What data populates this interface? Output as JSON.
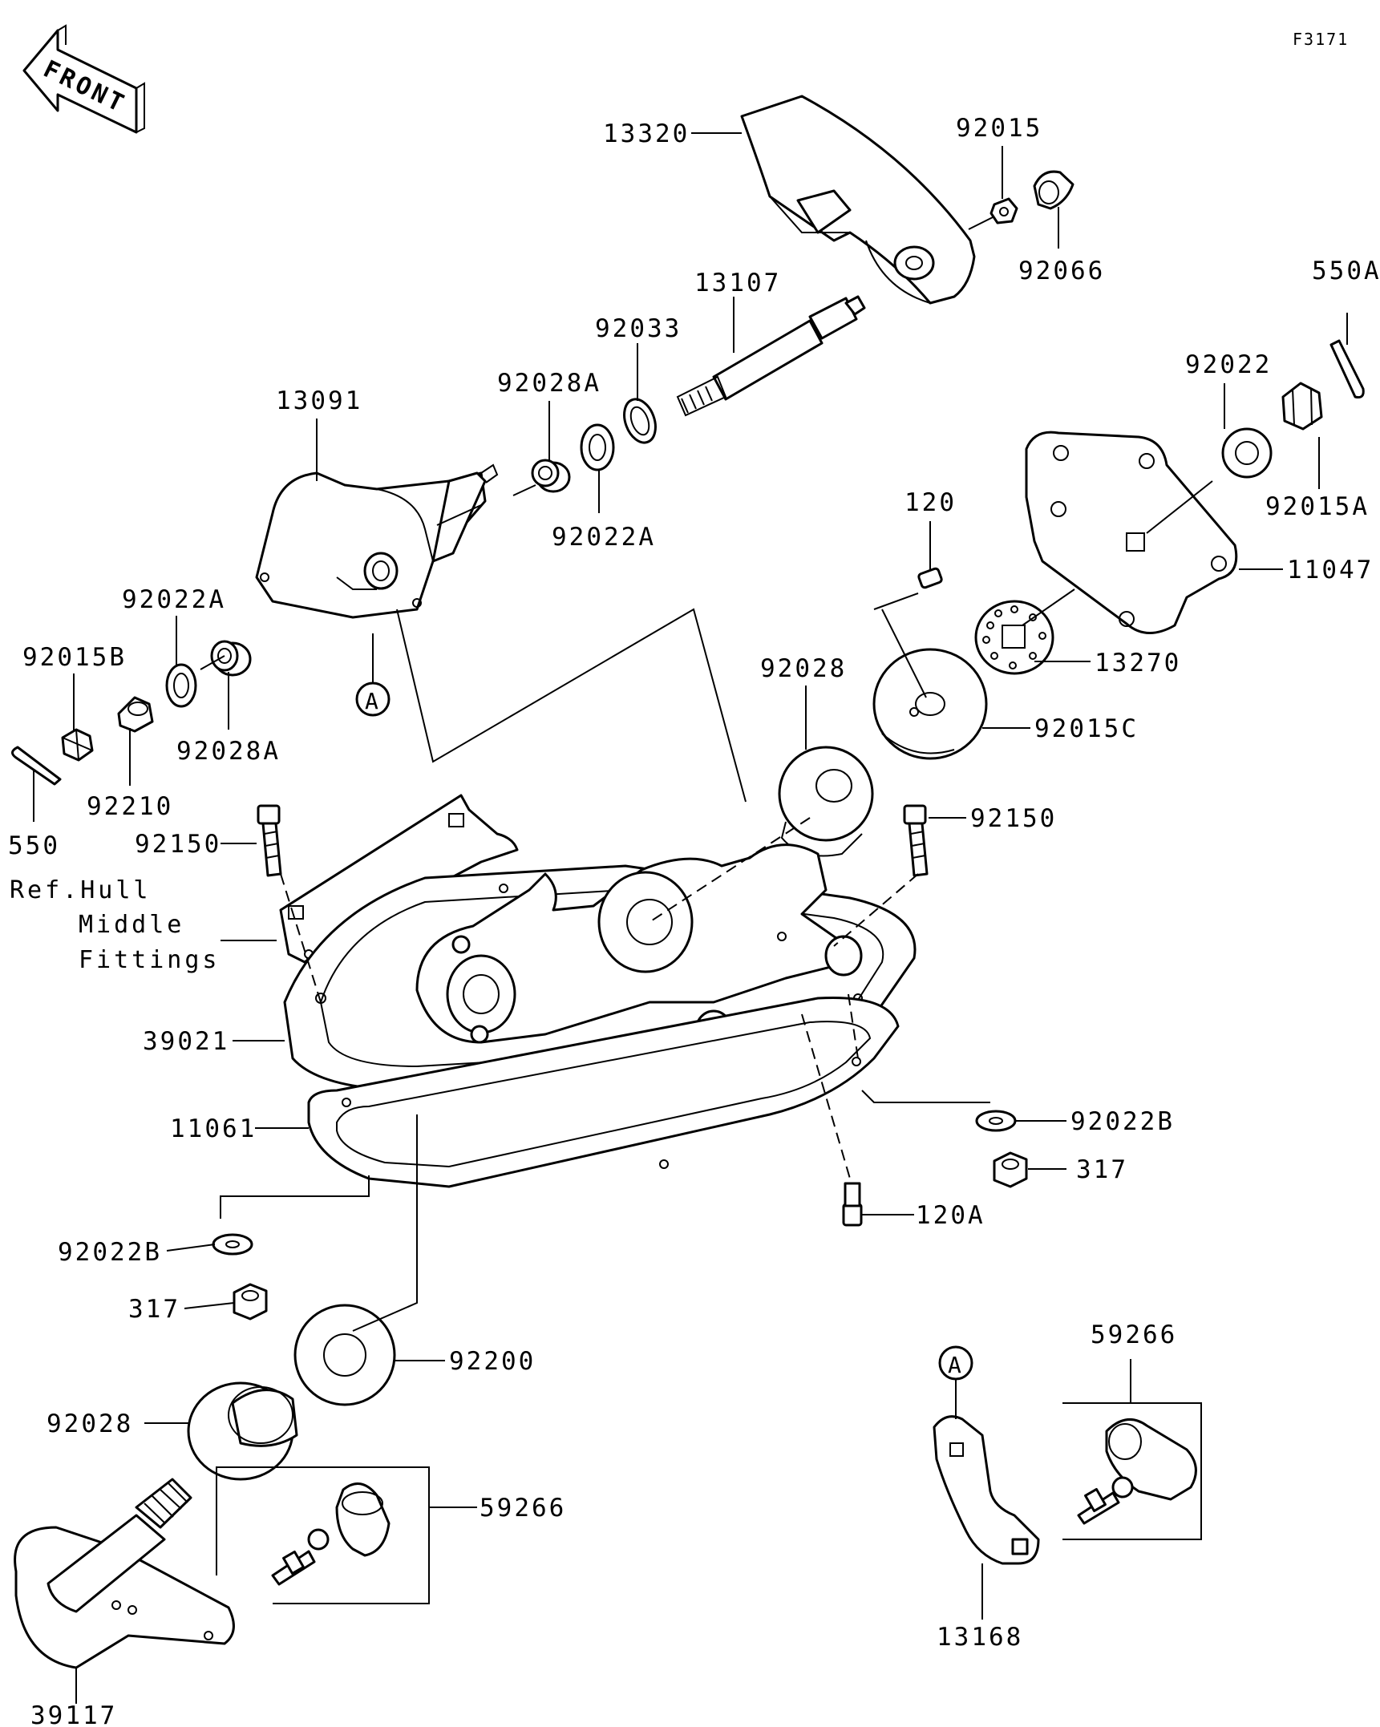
{
  "figure_code": "F3171",
  "front_arrow_text": "FRONT",
  "ref_note": [
    "Ref.Hull",
    "Middle",
    "Fittings"
  ],
  "marker_a_text": "A",
  "part_labels": {
    "p13320": "13320",
    "p92015": "92015",
    "p92066": "92066",
    "p13107": "13107",
    "p92033": "92033",
    "p550A": "550A",
    "p13091": "13091",
    "p92028A_top": "92028A",
    "p92022": "92022",
    "p92022A_mid": "92022A",
    "p92015A": "92015A",
    "p120": "120",
    "p11047": "11047",
    "p92022A_left": "92022A",
    "p92015B": "92015B",
    "p13270": "13270",
    "p92028_top": "92028",
    "p92015C": "92015C",
    "p92028A_left": "92028A",
    "p92210": "92210",
    "p550": "550",
    "p92150_left": "92150",
    "p92150_right": "92150",
    "p39021": "39021",
    "p11061": "11061",
    "p92022B_right": "92022B",
    "p317_right": "317",
    "p120A": "120A",
    "p92022B_left": "92022B",
    "p317_left": "317",
    "p92200": "92200",
    "p59266_right": "59266",
    "p92028_bottom": "92028",
    "p59266_bottom": "59266",
    "p13168": "13168",
    "p39117": "39117"
  }
}
